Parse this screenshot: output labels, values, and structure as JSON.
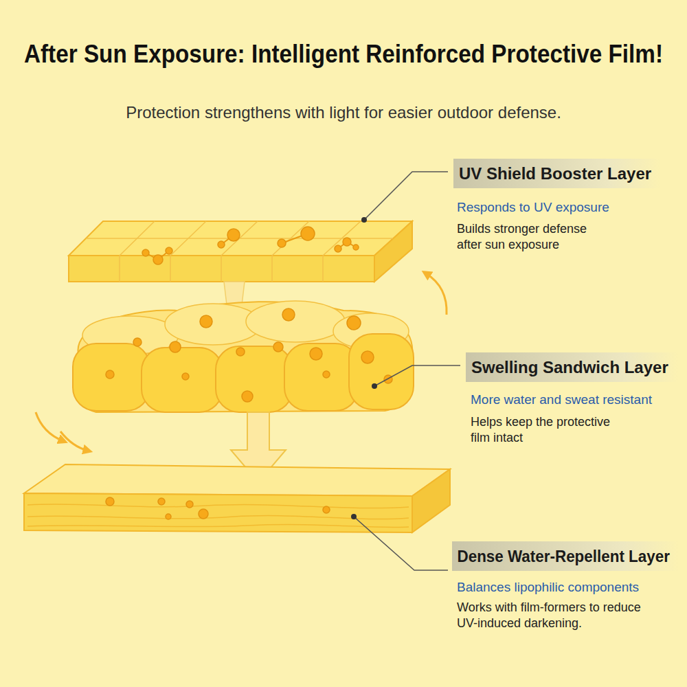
{
  "diagram": {
    "title": "After Sun Exposure: Intelligent Reinforced Protective Film!",
    "labels": [
      "Protection strengthens with light for easier outdoor defense.",
      "UV Shield Booster Layer",
      "Responds to UV exposure",
      "Builds stronger defense after sun exposure",
      "Swelling Sandwich Layer",
      "More water and sweat resistant",
      "Helps keep the protective film intact",
      "Dense Water-Repellent Layer",
      "Balances lipophilic components",
      "Works with film-formers to reduce UV-induced darkening."
    ]
  }
}
